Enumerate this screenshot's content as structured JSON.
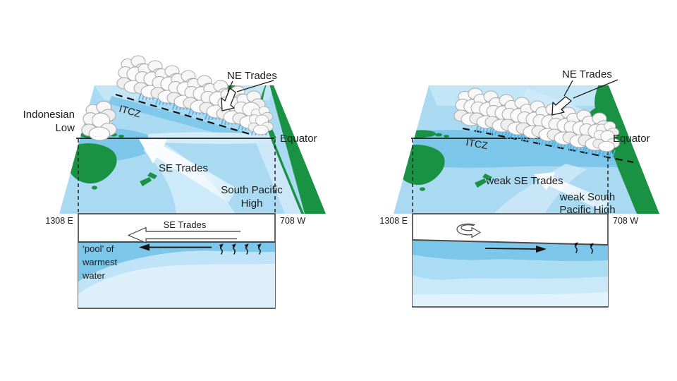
{
  "figure": {
    "type": "schematic-diagram",
    "subject": "Pacific Walker circulation: normal conditions (left) vs El Nino conditions (right)"
  },
  "colors": {
    "ocean_base": "#a9daf2",
    "ocean_warm_band": "#7cc7e9",
    "ocean_pale_band": "#d2ecfa",
    "ocean_top_light": "#c8e8f8",
    "land_green": "#1a9243",
    "rain_blue": "#4fb0e6",
    "section_dark_layer": "#7cc7e9",
    "section_mid_layer": "#bfe4f7",
    "section_light_layer": "#ddeffb",
    "section_lightest_layer": "#e4f4fd",
    "cloud_fill": "#f7f7f7",
    "cloud_outline": "#a8a8a8",
    "line_dark": "#1c1c1c"
  },
  "left_panel": {
    "labels": {
      "ne_trades": "NE Trades",
      "indonesian_low_line1": "Indonesian",
      "indonesian_low_line2": "Low",
      "itcz": "ITCZ",
      "equator": "Equator",
      "se_trades_map": "SE Trades",
      "high_line1": "South Pacific",
      "high_line2": "High",
      "lon_west": "1308 E",
      "lon_east": "708 W",
      "se_trades_section": "SE Trades",
      "pool_line1": "‘pool’ of",
      "pool_line2": "warmest",
      "pool_line3": "water"
    }
  },
  "right_panel": {
    "labels": {
      "ne_trades": "NE Trades",
      "itcz": "ITCZ",
      "equator": "Equator",
      "se_trades_map": "weak SE Trades",
      "high_line1": "weak South",
      "high_line2": "Pacific High",
      "lon_west": "1308 E",
      "lon_east": "708 W"
    }
  }
}
